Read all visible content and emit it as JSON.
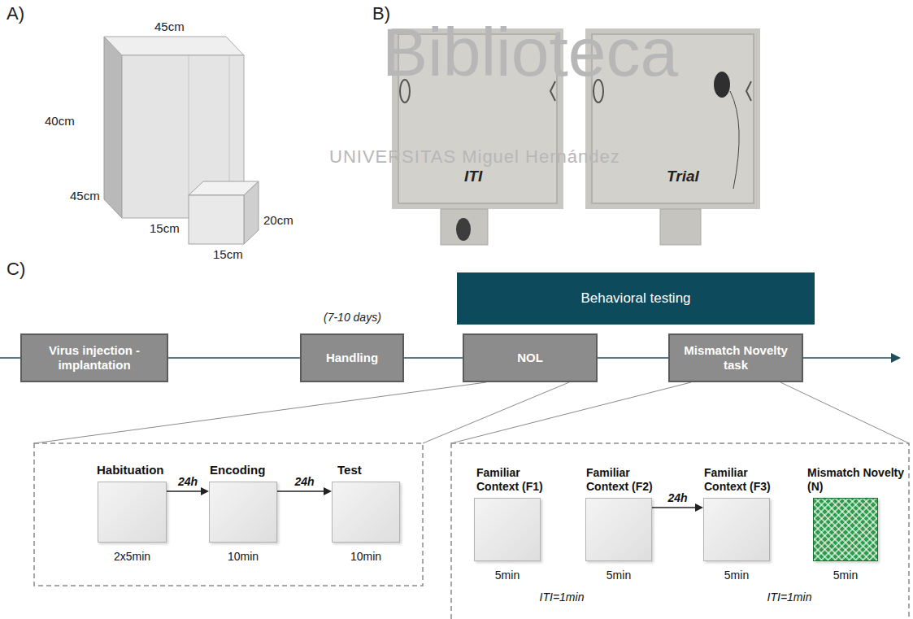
{
  "diagram": {
    "nodes": [
      {
        "text": [
          "Virus injection - implantation"
        ]
      },
      {
        "text": [
          "Handling"
        ]
      },
      {
        "text": [
          "Behavioral testing"
        ]
      },
      {
        "text": [
          "NOL"
        ]
      },
      {
        "text": [
          "Mismatch Novelty task"
        ]
      },
      {
        "text": [
          "Habituation",
          "2x5min"
        ]
      },
      {
        "text": [
          "Encoding",
          "10min"
        ]
      },
      {
        "text": [
          "Test",
          "10min"
        ]
      },
      {
        "text": [
          "Familiar Context (F1)",
          "5min"
        ]
      },
      {
        "text": [
          "ITI=1min"
        ]
      },
      {
        "text": [
          "Familiar Context (F2)",
          "5min"
        ]
      },
      {
        "text": [
          "Familiar Context (F3)",
          "5min"
        ]
      },
      {
        "text": [
          "ITI=1min"
        ]
      },
      {
        "text": [
          "Mismatch Novelty (N)",
          "5min"
        ]
      }
    ],
    "edges": [
      {
        "from": 0,
        "to": 1,
        "arrow": "none"
      },
      {
        "from": 1,
        "to": 3,
        "arrow": "none"
      },
      {
        "from": 3,
        "to": 4,
        "arrow": "none"
      },
      {
        "from": 5,
        "to": 6,
        "label": "24h",
        "arrow": "to"
      },
      {
        "from": 6,
        "to": 7,
        "label": "24h",
        "arrow": "to"
      },
      {
        "from": 10,
        "to": 11,
        "label": "24h",
        "arrow": "to"
      }
    ],
    "labels": [
      "A)",
      "45cm",
      "40cm",
      "45cm",
      "15cm",
      "15cm",
      "20cm",
      "B)",
      "ITI",
      "Trial",
      "Biblioteca",
      "UNIVERSITAS Miguel Hernández",
      "C)",
      "(7-10 days)"
    ]
  }
}
